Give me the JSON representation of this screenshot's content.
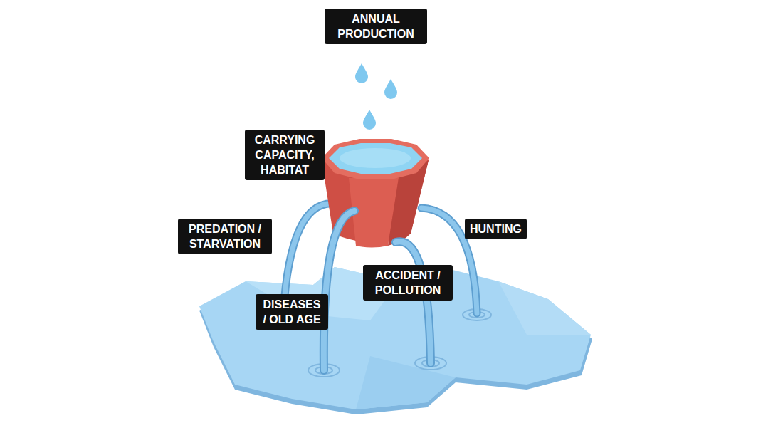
{
  "diagram": {
    "nodes": [
      {
        "text": [
          "ANNUAL PRODUCTION"
        ]
      },
      {
        "text": [
          "CARRYING CAPACITY, HABITAT"
        ]
      },
      {
        "text": [
          "PREDATION / STARVATION"
        ]
      },
      {
        "text": [
          "HUNTING"
        ]
      },
      {
        "text": [
          "ACCIDENT / POLLUTION"
        ]
      },
      {
        "text": [
          "DISEASES / OLD AGE"
        ]
      }
    ]
  }
}
